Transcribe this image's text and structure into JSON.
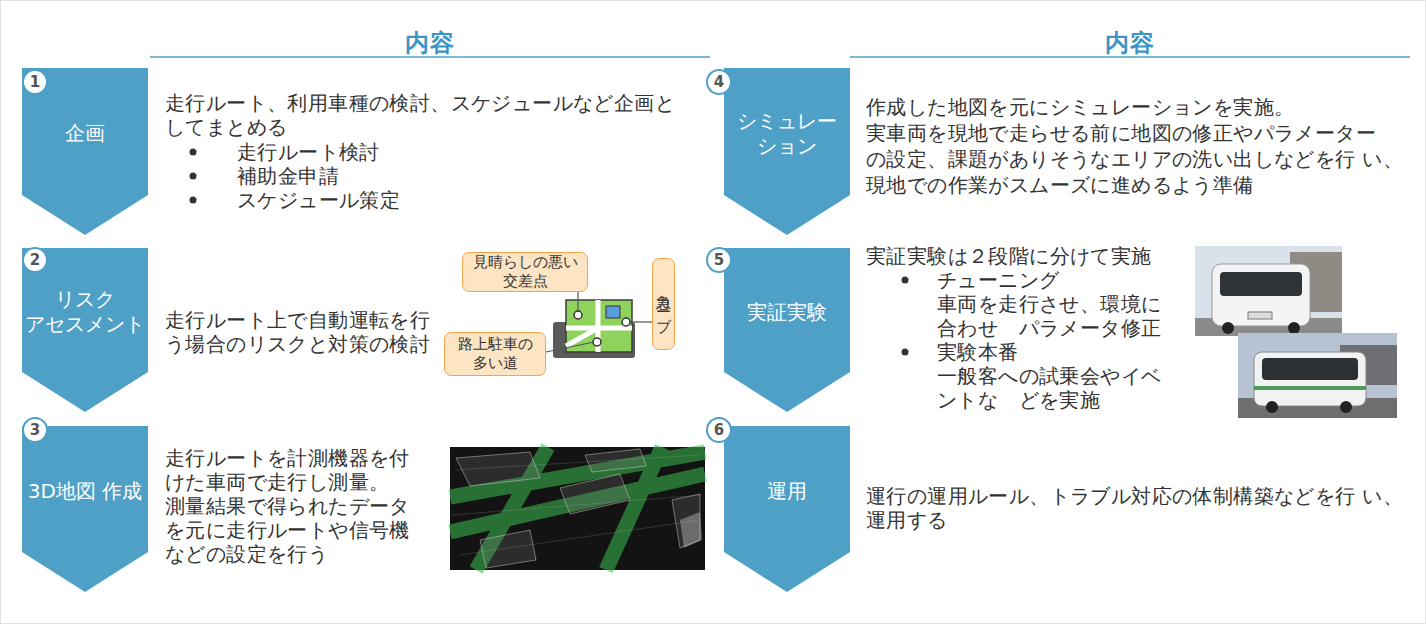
{
  "diagram": {
    "nodes": [
      {
        "text": [
          "1"
        ]
      },
      {
        "text": [
          "企画"
        ]
      },
      {
        "text": [
          "2"
        ]
      },
      {
        "text": [
          "リスク アセスメント"
        ]
      },
      {
        "text": [
          "見晴らしの悪い 交差点"
        ]
      },
      {
        "text": [
          "急カーブ"
        ]
      },
      {
        "text": [
          "路上駐車の 多い道"
        ]
      },
      {
        "text": [
          "3"
        ]
      },
      {
        "text": [
          "3D地図 作成"
        ]
      },
      {
        "text": [
          "4"
        ]
      },
      {
        "text": [
          "シミュレー ション"
        ]
      },
      {
        "text": [
          "5"
        ]
      },
      {
        "text": [
          "実証実験"
        ]
      },
      {
        "text": [
          "6"
        ]
      },
      {
        "text": [
          "運用"
        ]
      }
    ],
    "labels": [
      "内容",
      "内容",
      "走行ルート、利用車種の検討、スケジュールなど企画と してまとめる",
      "走行ルート検討",
      "補助金申請",
      "スケジュール策定",
      "走行ルート上で自動運転を行 う場合のリスクと対策の検討",
      "走行ルートを計測機器を付 けた車両で走行し測量。 測量結果で得られたデータ を元に走行ルートや信号機 などの設定を行う",
      "作成した地図を元にシミュレーションを実施。 実車両を現地で走らせる前に地図の修正やパラメーター の設定、課題がありそうなエリアの洗い出しなどを行 い、現地での作業がスムーズに進めるよう準備",
      "実証実験は２段階に分けて実施",
      "チューニング",
      "車両を走行させ、環境に 合わせ　パラメータ修正",
      "実験本番",
      "一般客への試乗会やイベ ントな　どを実施",
      "運行の運用ルール、トラブル対応の体制構築などを行 い、運用する"
    ]
  }
}
